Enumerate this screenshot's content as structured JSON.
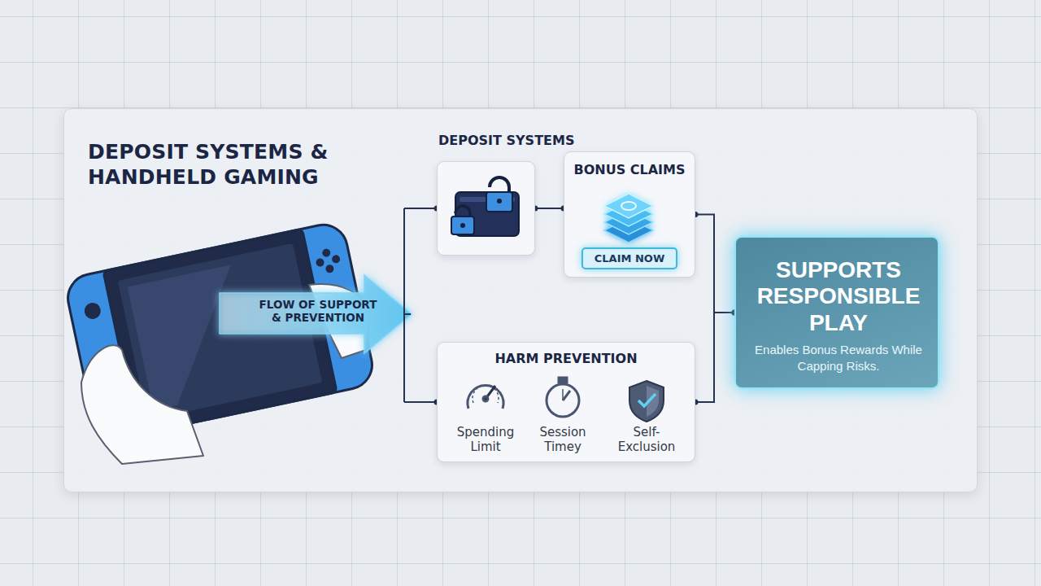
{
  "diagram": {
    "title": "DEPOSIT SYSTEMS & HANDHELD GAMING",
    "nodes": [
      {
        "text": [
          "DEPOSIT SYSTEMS"
        ]
      },
      {
        "text": [
          "BONUS CLAIMS"
        ]
      },
      {
        "text": [
          "CLAIM NOW"
        ],
        "in": 1
      },
      {
        "text": [
          "HARM PREVENTION"
        ]
      },
      {
        "text": [
          "SUPPORTS RESPONSIBLE PLAY",
          "Enables Bonus Rewards While Capping Risks."
        ]
      }
    ],
    "edges": [
      {
        "from": 0,
        "to": 1,
        "arrow": "none"
      },
      {
        "from": 1,
        "to": 4,
        "arrow": "none"
      },
      {
        "from": 3,
        "to": 4,
        "arrow": "none"
      }
    ],
    "labels": [
      "FLOW OF SUPPORT & PREVENTION",
      "Spending Limit",
      "Session Timey",
      "Self-Exclusion"
    ]
  }
}
